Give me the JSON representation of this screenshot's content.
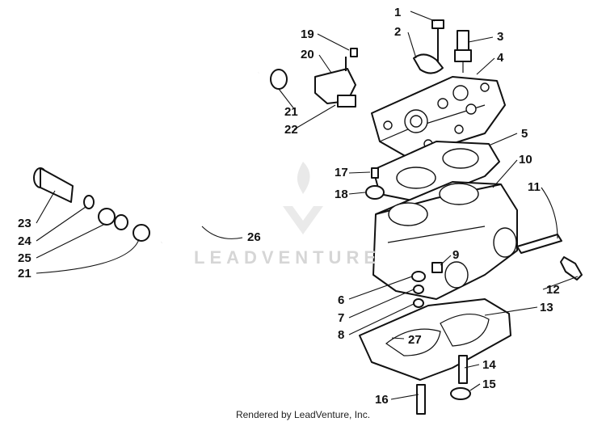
{
  "watermark": "LEADVENTURE",
  "footer": "Rendered by LeadVenture, Inc.",
  "callouts": [
    "1",
    "2",
    "3",
    "4",
    "5",
    "6",
    "7",
    "8",
    "9",
    "10",
    "11",
    "12",
    "13",
    "14",
    "15",
    "16",
    "17",
    "18",
    "19",
    "20",
    "21",
    "21",
    "22",
    "23",
    "24",
    "25",
    "26",
    "27"
  ]
}
